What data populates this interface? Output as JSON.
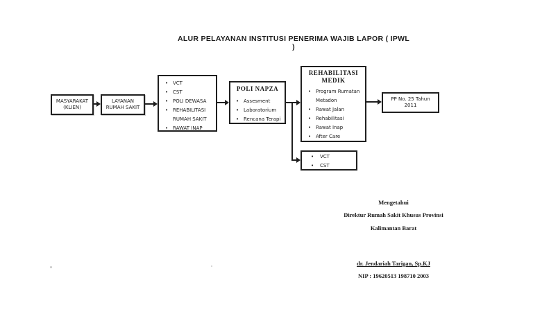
{
  "bullet": "•",
  "title": "ALUR PELAYANAN INSTITUSI PENERIMA WAJIB LAPOR ( IPWL )",
  "flowchart": {
    "masyarakat_label": "MASYARAKAT\n(KLIEN)",
    "layanan_label": "LAYANAN\nRUMAH SAKIT",
    "hospital_services": {
      "items": [
        "VCT",
        "CST",
        "POLI DEWASA",
        "REHABILITASI RUMAH SAKIT",
        "RAWAT INAP"
      ]
    },
    "poli_napza": {
      "title": "POLI NAPZA",
      "items": [
        "Assesment",
        "Laboratorium",
        "Rencana Terapi"
      ]
    },
    "rehabilitasi_medik": {
      "title": "REHABILITASI\nMEDIK",
      "items": [
        "Program Rumatan Metadon",
        "Rawat Jalan",
        "Rehabilitasi",
        "Rawat Inap",
        "After Care"
      ]
    },
    "pp_label": "PP No. 25 Tahun\n2011",
    "vct_cst": {
      "items": [
        "VCT",
        "CST"
      ]
    }
  },
  "signature": {
    "line1": "Mengetahui",
    "line2": "Direktur Rumah Sakit Khusus Provinsi",
    "line3": "Kalimantan Barat",
    "name": "dr. Jendariah Tarigan, Sp.KJ",
    "nip": "NIP : 19620513 198710 2003"
  },
  "colors": {
    "ink": "#1b1b1b",
    "background": "#ffffff"
  }
}
